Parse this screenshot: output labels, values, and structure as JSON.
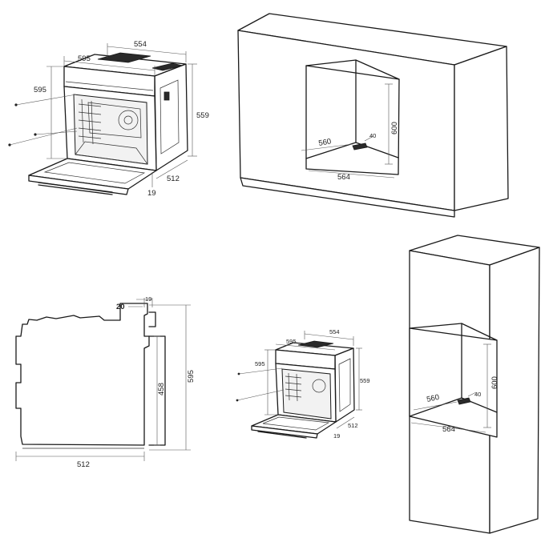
{
  "oven_large": {
    "width": "554",
    "front_width": "595",
    "height": "595",
    "depth_side": "559",
    "depth": "512",
    "door": "19"
  },
  "cabinet_under": {
    "opening_depth": "560",
    "gap": "40",
    "opening_height": "600",
    "opening_width": "564"
  },
  "side_view": {
    "top_offset": "20",
    "door_thickness": "19",
    "height": "595",
    "front_height": "458",
    "depth": "512"
  },
  "oven_small": {
    "width": "554",
    "front_width": "595",
    "height": "595",
    "depth_side": "559",
    "depth": "512",
    "door": "19"
  },
  "cabinet_tall": {
    "opening_depth": "560",
    "gap": "40",
    "opening_height": "600",
    "opening_width": "564"
  }
}
